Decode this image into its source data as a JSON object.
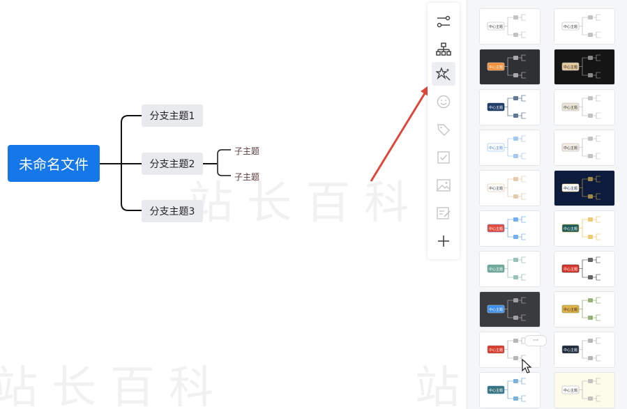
{
  "mindmap": {
    "root_label": "未命名文件",
    "branches": [
      {
        "label": "分支主题1"
      },
      {
        "label": "分支主题2",
        "children": [
          "子主题",
          "子主题"
        ]
      },
      {
        "label": "分支主题3"
      }
    ]
  },
  "toolbar": {
    "items": [
      {
        "icon": "sliders-icon"
      },
      {
        "icon": "structure-icon"
      },
      {
        "icon": "magic-style-icon",
        "active": true
      },
      {
        "icon": "emoji-icon"
      },
      {
        "icon": "tag-icon"
      },
      {
        "icon": "checkbox-icon"
      },
      {
        "icon": "image-icon"
      },
      {
        "icon": "note-icon"
      },
      {
        "icon": "plus-icon"
      }
    ]
  },
  "theme_panel": {
    "themes": [
      {
        "center_label": "中心主题",
        "bg": "#ffffff",
        "center_fill": "#ffffff",
        "center_text": "#333333",
        "line": "#aaaaaa"
      },
      {
        "center_label": "中心主题",
        "bg": "#ffffff",
        "center_fill": "#ffffff",
        "center_text": "#333333",
        "line": "#aaaaaa"
      },
      {
        "center_label": "中心主题",
        "bg": "#2f3033",
        "center_fill": "#f0913a",
        "center_text": "#ffffff",
        "line": "#dddddd"
      },
      {
        "center_label": "中心主题",
        "bg": "#151515",
        "center_fill": "#e2c89a",
        "center_text": "#222222",
        "line": "#bbbbbb"
      },
      {
        "center_label": "中心主题",
        "bg": "#ffffff",
        "center_fill": "#1f3d66",
        "center_text": "#ffffff",
        "line": "#1f3d66"
      },
      {
        "center_label": "中心主题",
        "bg": "#ffffff",
        "center_fill": "#ece5d8",
        "center_text": "#333333",
        "line": "#aaaaaa"
      },
      {
        "center_label": "中心主题",
        "bg": "#ffffff",
        "center_fill": "#ffffff",
        "center_text": "#3a7bd5",
        "line": "#7fb0e8"
      },
      {
        "center_label": "中心主题",
        "bg": "#ffffff",
        "center_fill": "#f2ece2",
        "center_text": "#333333",
        "line": "#aaaaaa"
      },
      {
        "center_label": "中心主题",
        "bg": "#ffffff",
        "center_fill": "#ffffff",
        "center_text": "#333333",
        "line": "#d8b58a"
      },
      {
        "center_label": "中心主题",
        "bg": "#0d1b3d",
        "center_fill": "#ffffff",
        "center_text": "#0d1b3d",
        "line": "#e0b64a"
      },
      {
        "center_label": "中心主题",
        "bg": "#ffffff",
        "center_fill": "#e64a3c",
        "center_text": "#ffffff",
        "line": "#3a8ee6"
      },
      {
        "center_label": "中心主题",
        "bg": "#ffffff",
        "center_fill": "#1f5b5b",
        "center_text": "#ffffff",
        "line": "#e6b43a"
      },
      {
        "center_label": "中心主题",
        "bg": "#ffffff",
        "center_fill": "#6fa89a",
        "center_text": "#ffffff",
        "line": "#6fa89a"
      },
      {
        "center_label": "中心主题",
        "bg": "#ffffff",
        "center_fill": "#d93a2c",
        "center_text": "#ffffff",
        "line": "#222222"
      },
      {
        "center_label": "中心主题",
        "bg": "#3a3b3e",
        "center_fill": "#3b8ee8",
        "center_text": "#ffffff",
        "line": "#cccccc"
      },
      {
        "center_label": "中心主题",
        "bg": "#ffffff",
        "center_fill": "#e3b24a",
        "center_text": "#222222",
        "line": "#6b8e3a"
      },
      {
        "center_label": "中心主题",
        "bg": "#ffffff",
        "center_fill": "#d93a2c",
        "center_text": "#ffffff",
        "line": "#999999"
      },
      {
        "center_label": "中心主题",
        "bg": "#ffffff",
        "center_fill": "#1d2a3a",
        "center_text": "#ffffff",
        "line": "#999999"
      },
      {
        "center_label": "中心主题",
        "bg": "#ffffff",
        "center_fill": "#3a7380",
        "center_text": "#ffffff",
        "line": "#4a90c8"
      },
      {
        "center_label": "中心主题",
        "bg": "#fdfbea",
        "center_fill": "#ffffff",
        "center_text": "#333333",
        "line": "#aaaaaa"
      }
    ],
    "more_label": "···"
  },
  "watermark_text": "站长百科",
  "accent": "#1677e8",
  "arrow_color": "#e0473a"
}
